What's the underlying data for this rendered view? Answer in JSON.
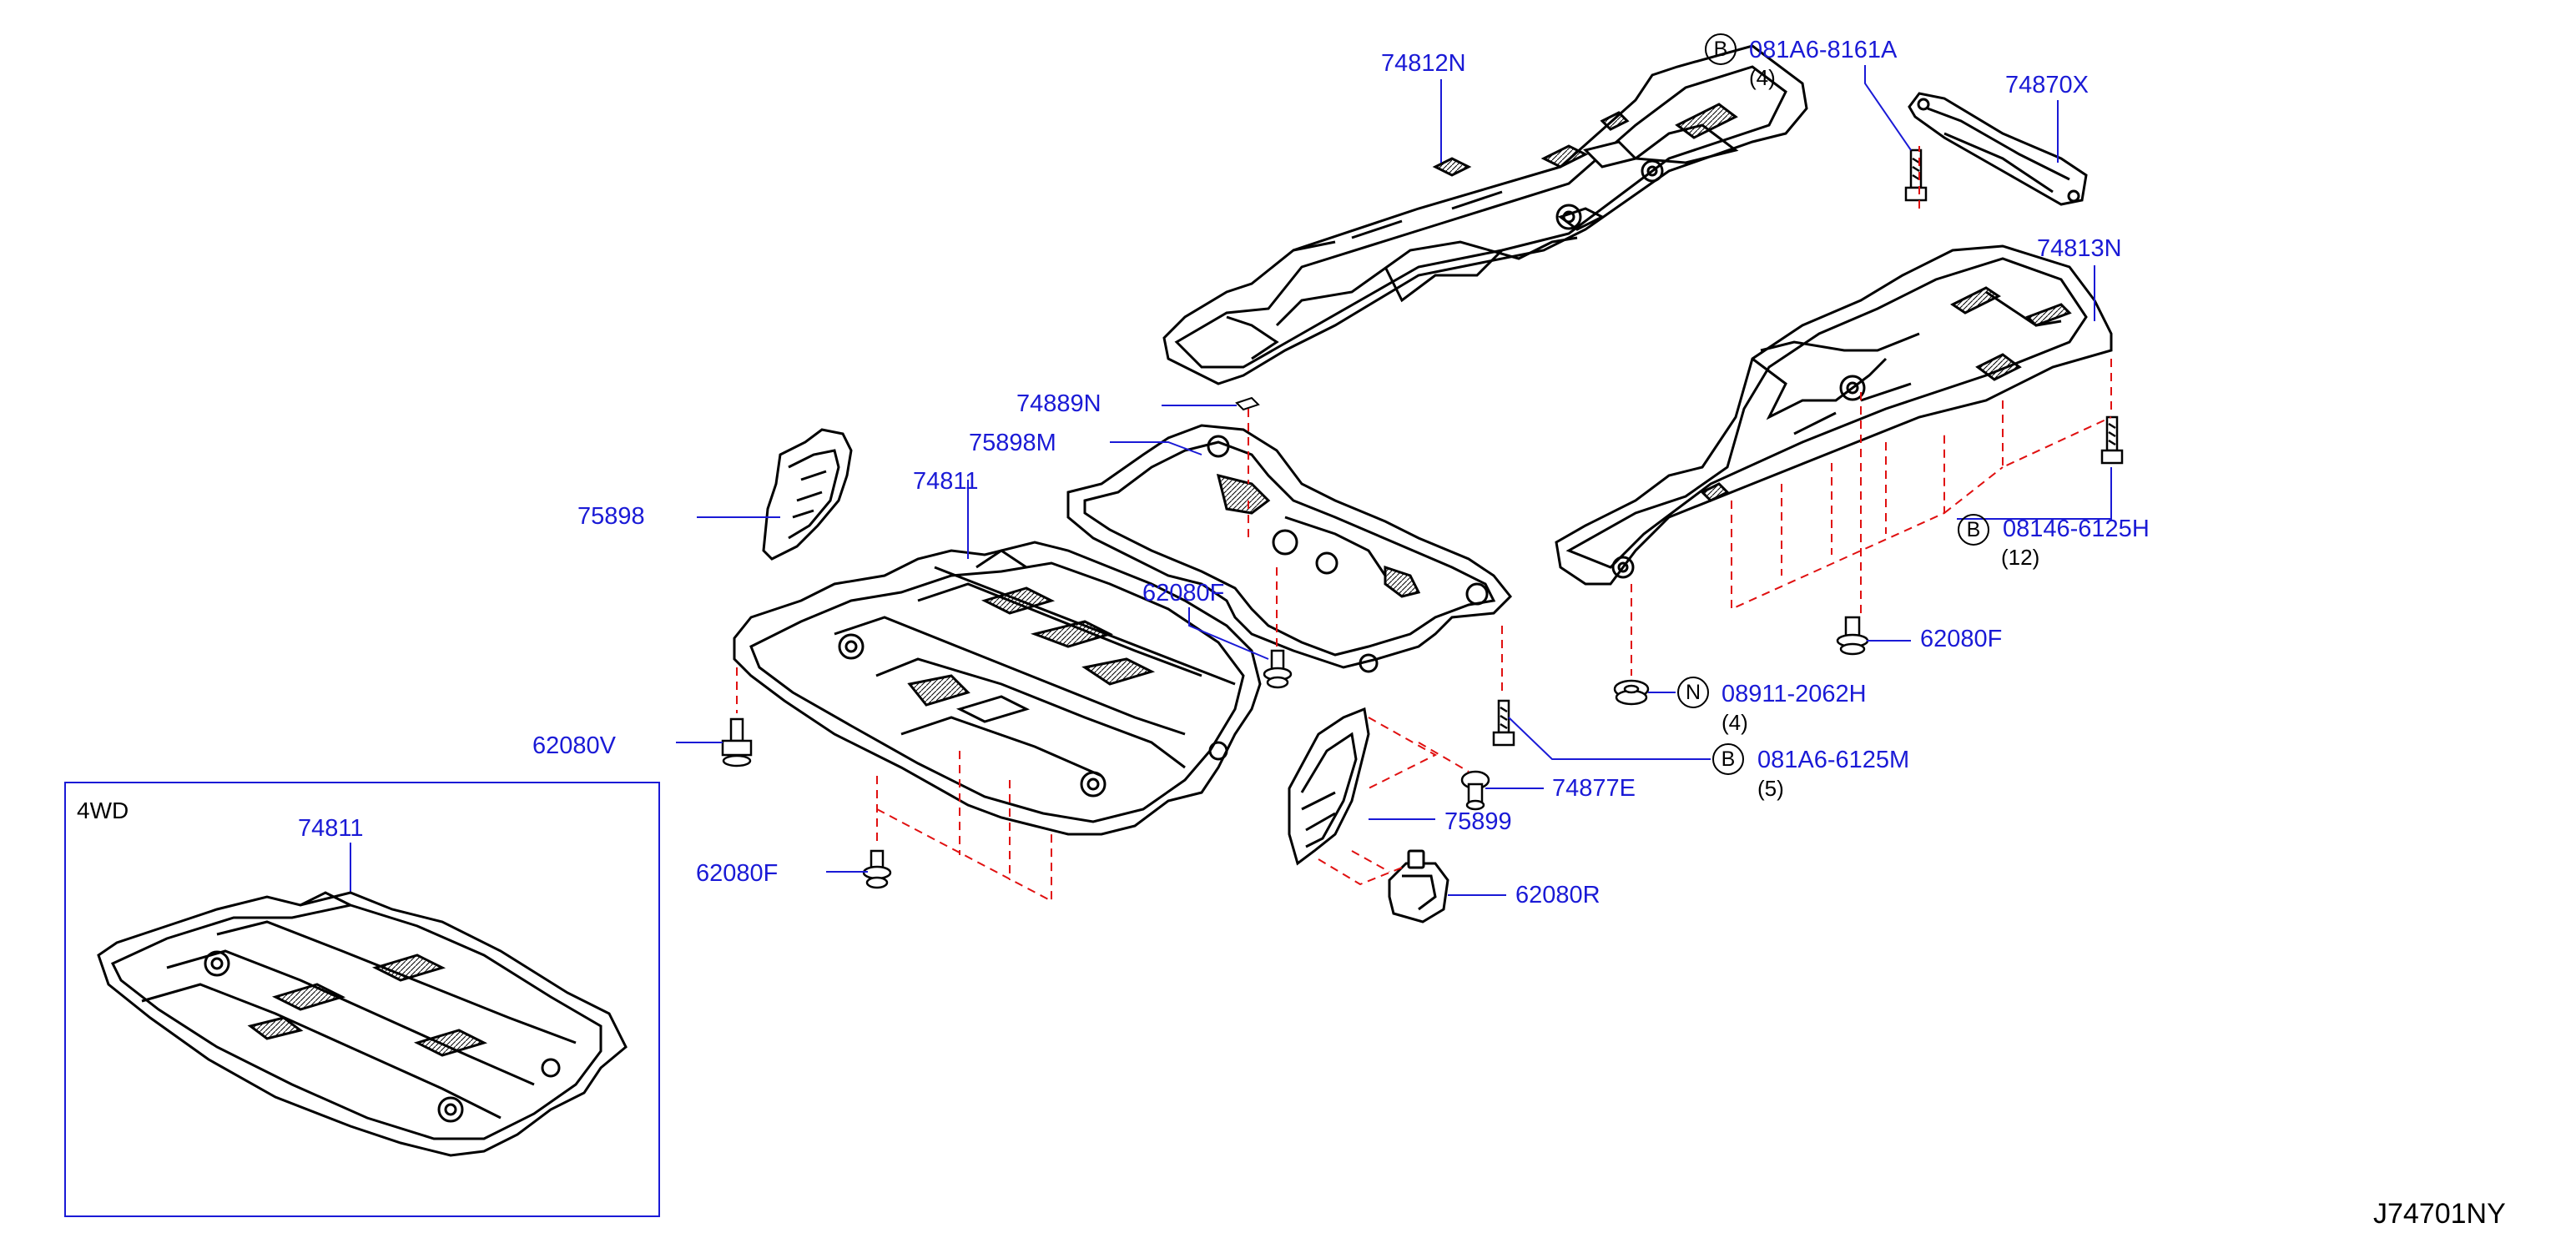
{
  "parts": {
    "p74812N": "74812N",
    "p74870X": "74870X",
    "p74813N": "74813N",
    "p74889N": "74889N",
    "p75898M": "75898M",
    "p75898": "75898",
    "p74811": "74811",
    "p74811_4wd": "74811",
    "p62080F_a": "62080F",
    "p62080F_b": "62080F",
    "p62080F_c": "62080F",
    "p62080V": "62080V",
    "p74877E": "74877E",
    "p75899": "75899",
    "p62080R": "62080R"
  },
  "bolts": {
    "b081A6_8161A": {
      "prefix": "B",
      "code": "081A6-8161A",
      "qty": "(4)"
    },
    "b08146_6125H": {
      "prefix": "B",
      "code": "08146-6125H",
      "qty": "(12)"
    },
    "n08911_2062H": {
      "prefix": "N",
      "code": "08911-2062H",
      "qty": "(4)"
    },
    "b081A6_6125M": {
      "prefix": "B",
      "code": "081A6-6125M",
      "qty": "(5)"
    }
  },
  "inset": {
    "title": "4WD"
  },
  "diagram_code": "J74701NY",
  "colors": {
    "label": "#1a1ad6",
    "leader": "#1a1ad6",
    "guide": "#e01010",
    "line": "#000000",
    "inset_border": "#1a1ad6"
  }
}
